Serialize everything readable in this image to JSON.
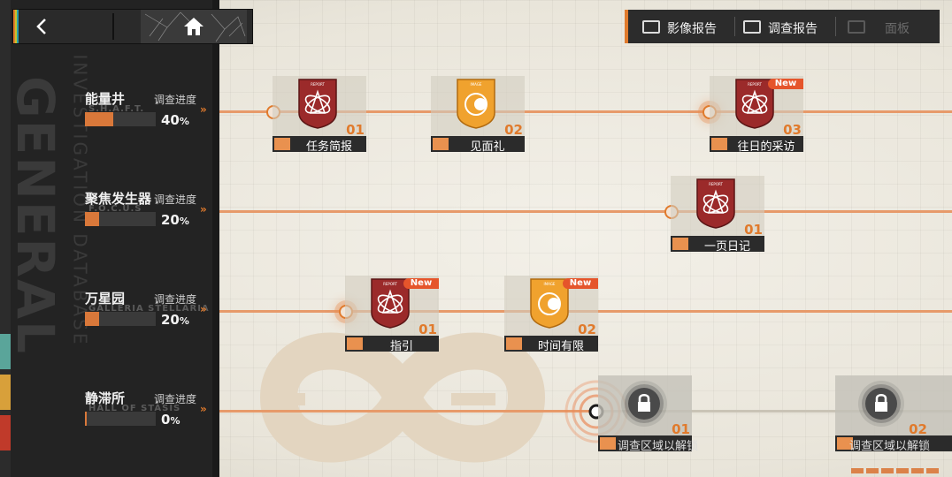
{
  "colors": {
    "accent": "#e07a2c",
    "panel": "#232323",
    "report_red": "#9b2a2a",
    "image_orange": "#f0a22e",
    "new_red": "#e5552b"
  },
  "sidebar": {
    "watermark_big": "GENERAL",
    "watermark_small": "INVESTIGATION DATABASE"
  },
  "nav": {
    "back_icon": "chevron-left-icon",
    "home_icon": "home-icon"
  },
  "tabs": [
    {
      "label": "影像报告",
      "icon": "image-report-icon"
    },
    {
      "label": "调查报告",
      "icon": "report-icon"
    },
    {
      "label": "面板",
      "icon": "panel-icon"
    }
  ],
  "regions": [
    {
      "name": "能量井",
      "english": "S.H.A.F.T.",
      "progress_label": "调查进度",
      "progress": 40,
      "progress_text": "40"
    },
    {
      "name": "聚焦发生器",
      "english": "F.O.C.U.S",
      "progress_label": "调查进度",
      "progress": 20,
      "progress_text": "20"
    },
    {
      "name": "万星园",
      "english": "GALLERIA STELLARIA",
      "progress_label": "调查进度",
      "progress": 20,
      "progress_text": "20"
    },
    {
      "name": "静滞所",
      "english": "HALL OF STASIS",
      "progress_label": "调查进度",
      "progress": 0,
      "progress_text": "0"
    }
  ],
  "percent_sign": "%",
  "badge_text": {
    "report": "REPORT",
    "image": "IMAGE"
  },
  "cards": [
    {
      "title": "任务简报",
      "number": "01",
      "type": "report",
      "is_new": false
    },
    {
      "title": "见面礼",
      "number": "02",
      "type": "image",
      "is_new": false
    },
    {
      "title": "往日的采访",
      "number": "03",
      "type": "report",
      "is_new": true
    },
    {
      "title": "一页日记",
      "number": "01",
      "type": "report",
      "is_new": false
    },
    {
      "title": "指引",
      "number": "01",
      "type": "report",
      "is_new": true
    },
    {
      "title": "时间有限",
      "number": "02",
      "type": "image",
      "is_new": true
    },
    {
      "title": "调查区域以解锁",
      "number": "01",
      "type": "locked",
      "is_new": false
    },
    {
      "title": "调查区域以解锁",
      "number": "02",
      "type": "locked",
      "is_new": false
    }
  ],
  "new_label": "New"
}
